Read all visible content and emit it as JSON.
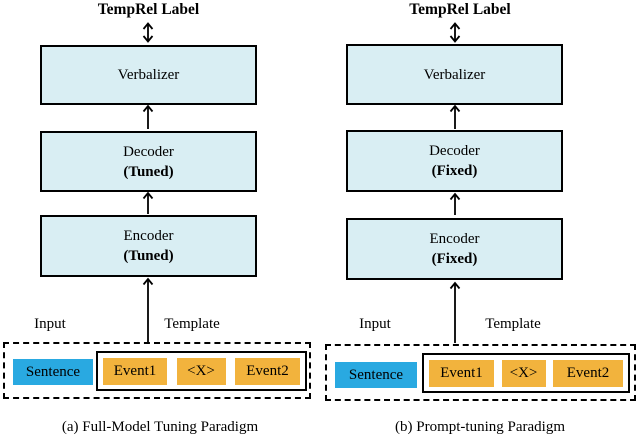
{
  "colors": {
    "box_fill": "#d9eef3",
    "sentence_fill": "#29a9e1",
    "token_fill": "#f2b33d"
  },
  "panels": [
    {
      "top_label": "TempRel Label",
      "boxes": [
        {
          "title": "Verbalizer",
          "subtitle": ""
        },
        {
          "title": "Decoder",
          "subtitle": "(Tuned)"
        },
        {
          "title": "Encoder",
          "subtitle": "(Tuned)"
        }
      ],
      "input_label": "Input",
      "template_label": "Template",
      "sentence_label": "Sentence",
      "template_tokens": [
        "Event1",
        "<X>",
        "Event2"
      ],
      "caption": "(a) Full-Model Tuning Paradigm"
    },
    {
      "top_label": "TempRel Label",
      "boxes": [
        {
          "title": "Verbalizer",
          "subtitle": ""
        },
        {
          "title": "Decoder",
          "subtitle": "(Fixed)"
        },
        {
          "title": "Encoder",
          "subtitle": "(Fixed)"
        }
      ],
      "input_label": "Input",
      "template_label": "Template",
      "sentence_label": "Sentence",
      "template_tokens": [
        "Event1",
        "<X>",
        "Event2"
      ],
      "caption": "(b) Prompt-tuning Paradigm"
    }
  ]
}
